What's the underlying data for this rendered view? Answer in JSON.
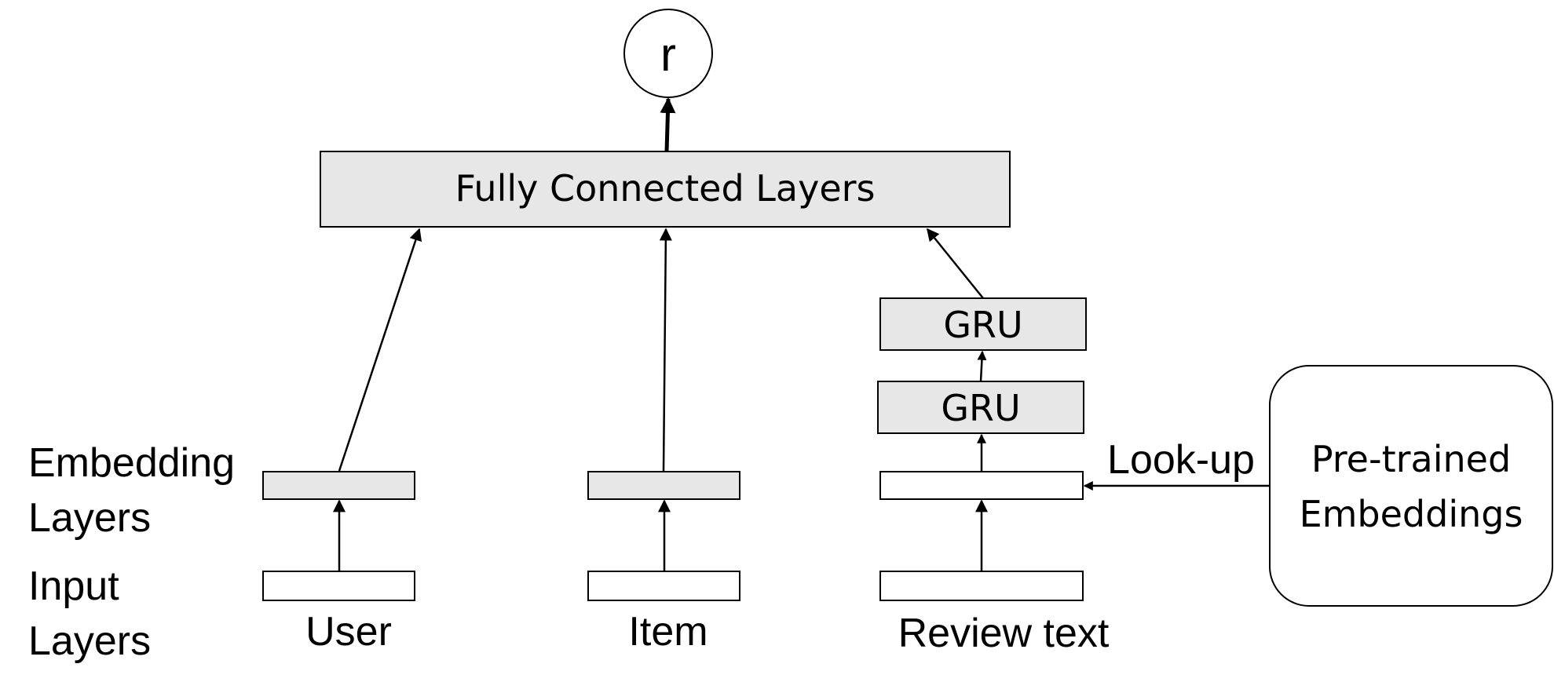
{
  "diagram": {
    "output_node": "r",
    "fc_layer": "Fully Connected Layers",
    "gru_upper": "GRU",
    "gru_lower": "GRU",
    "lookup_label": "Look-up",
    "pretrained_line1": "Pre-trained",
    "pretrained_line2": "Embeddings",
    "embedding_label_line1": "Embedding",
    "embedding_label_line2": "Layers",
    "input_label_line1": "Input",
    "input_label_line2": "Layers",
    "inputs": {
      "user": "User",
      "item": "Item",
      "review": "Review text"
    }
  },
  "colors": {
    "box_fill_gray": "#e7e7e7",
    "box_fill_white": "#ffffff",
    "stroke": "#000000"
  }
}
